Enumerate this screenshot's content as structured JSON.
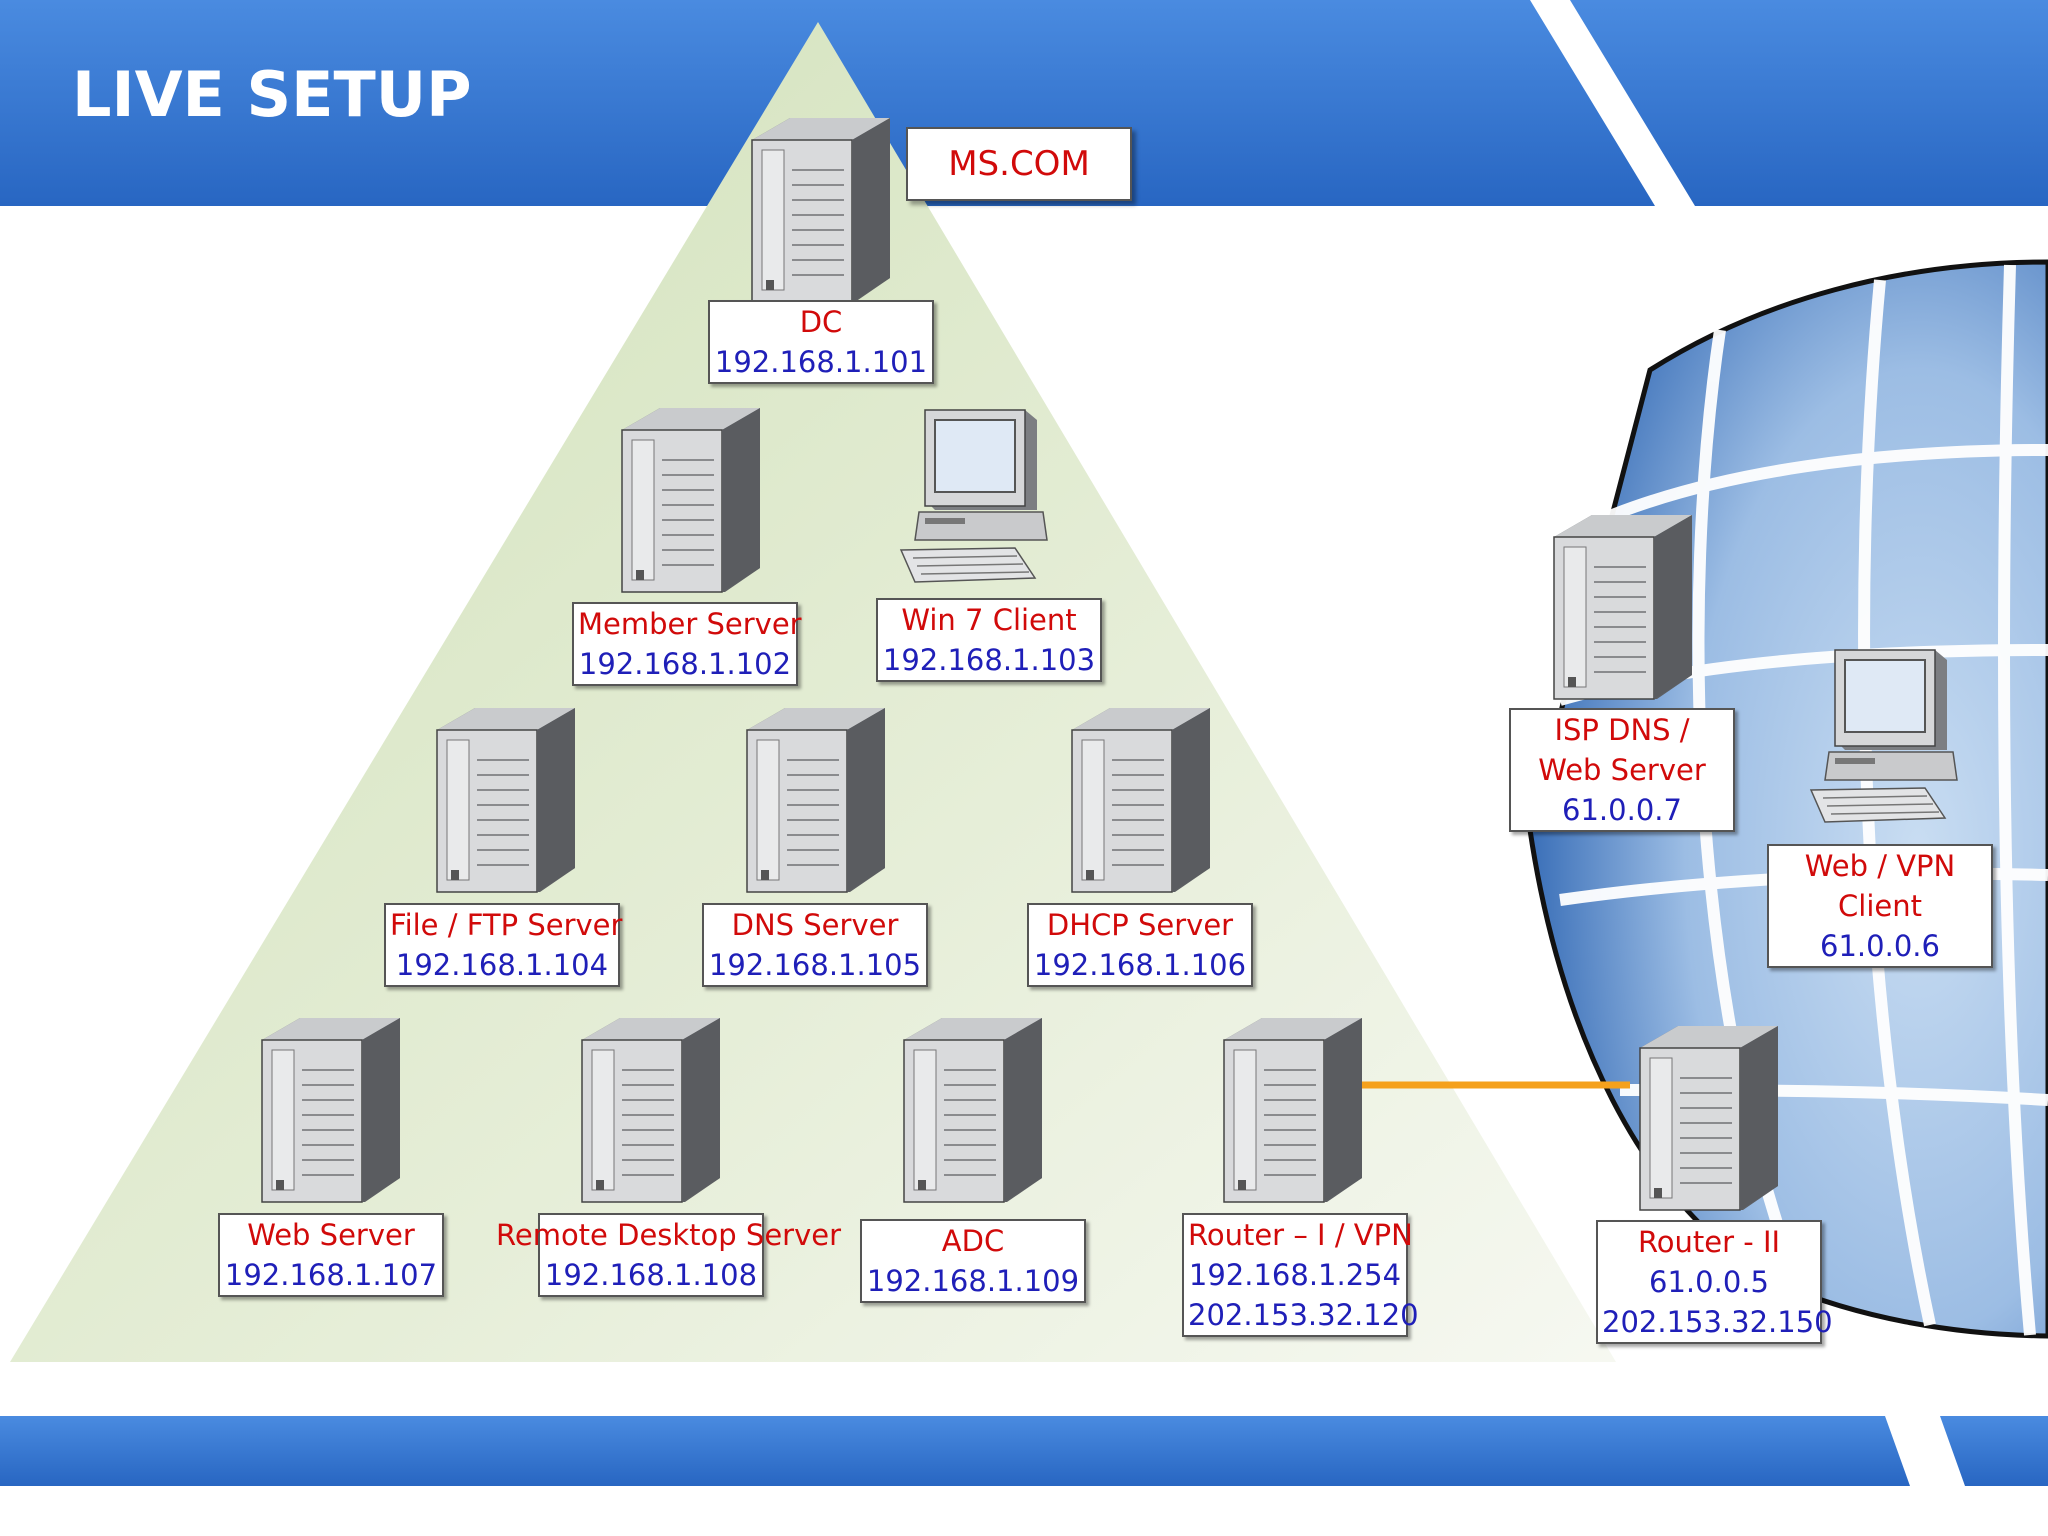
{
  "slide": {
    "title": "LIVE SETUP"
  },
  "domain": {
    "name": "MS.COM"
  },
  "nodes": {
    "dc": {
      "name": "DC",
      "ip": [
        "192.168.1.101"
      ]
    },
    "member": {
      "name": "Member Server",
      "ip": [
        "192.168.1.102"
      ]
    },
    "win7": {
      "name": "Win 7 Client",
      "ip": [
        "192.168.1.103"
      ]
    },
    "file": {
      "name": "File / FTP Server",
      "ip": [
        "192.168.1.104"
      ]
    },
    "dns": {
      "name": "DNS Server",
      "ip": [
        "192.168.1.105"
      ]
    },
    "dhcp": {
      "name": "DHCP Server",
      "ip": [
        "192.168.1.106"
      ]
    },
    "web": {
      "name": "Web Server",
      "ip": [
        "192.168.1.107"
      ]
    },
    "rds": {
      "name": "Remote Desktop Server",
      "ip": [
        "192.168.1.108"
      ]
    },
    "adc": {
      "name": "ADC",
      "ip": [
        "192.168.1.109"
      ]
    },
    "router1": {
      "name": "Router – I / VPN",
      "ip": [
        "192.168.1.254",
        "202.153.32.120"
      ]
    },
    "ispdns": {
      "name": [
        "ISP DNS /",
        "Web Server"
      ],
      "ip": [
        "61.0.0.7"
      ]
    },
    "webvpn": {
      "name": [
        "Web / VPN",
        "Client"
      ],
      "ip": [
        "61.0.0.6"
      ]
    },
    "router2": {
      "name": "Router - II",
      "ip": [
        "61.0.0.5",
        "202.153.32.150"
      ]
    }
  },
  "colors": {
    "banner": "#3a7bd5",
    "label_name": "#d10a0a",
    "label_ip": "#1f1fb8",
    "link": "#f5a11c"
  }
}
